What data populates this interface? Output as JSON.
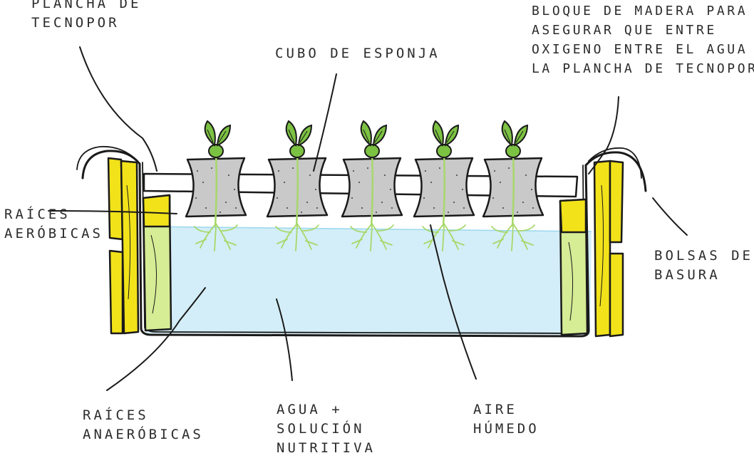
{
  "labels": {
    "plancha": [
      "PLANCHA DE",
      "TECNOPOR"
    ],
    "cubo": [
      "CUBO DE ESPONJA"
    ],
    "bloque": [
      "BLOQUE DE MADERA PARA",
      "ASEGURAR QUE ENTRE",
      "OXIGENO ENTRE EL AGUA Y",
      "LA PLANCHA DE TECNOPOR"
    ],
    "aerobicas": [
      "RAÍCES",
      "AERÓBICAS"
    ],
    "bolsas": [
      "BOLSAS DE",
      "BASURA"
    ],
    "anaerobicas": [
      "RAÍCES",
      "ANAERÓBICAS"
    ],
    "agua": [
      "AGUA +",
      "SOLUCIÓN",
      "NUTRITIVA"
    ],
    "aire": [
      "AIRE",
      "HÚMEDO"
    ]
  },
  "colors": {
    "water": "#d3eef8",
    "wood": "#f2e21a",
    "wood_light": "#d6ec95",
    "sponge": "#c9c9c9",
    "leaf": "#7cc242",
    "root": "#a7d86a",
    "stroke": "#1a1a1a"
  },
  "plant_count": 5
}
